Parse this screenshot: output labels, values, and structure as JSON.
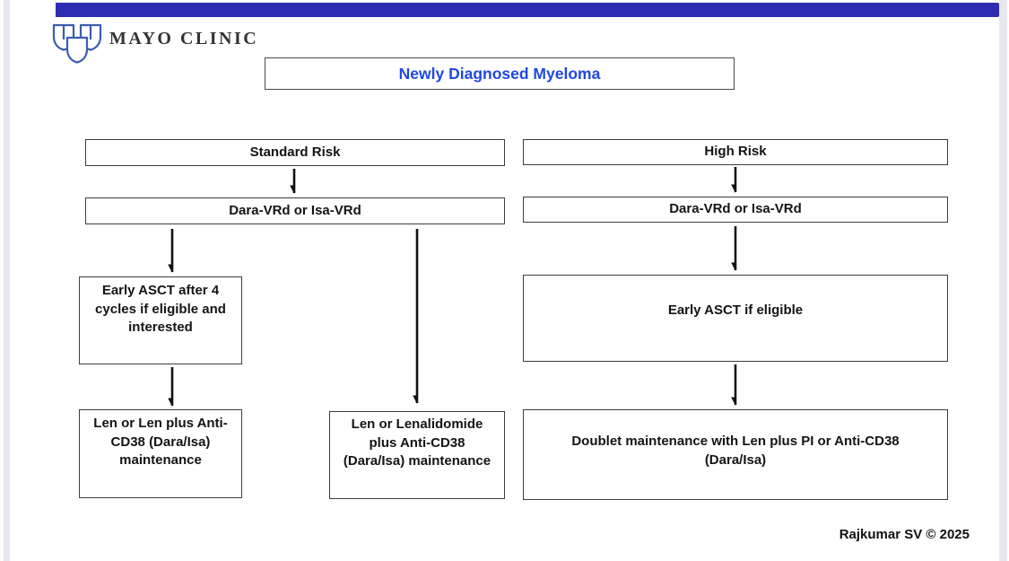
{
  "header": {
    "logo_text": "MAYO CLINIC",
    "logo_icon": "mayo-clinic-three-shields-icon"
  },
  "title": {
    "text": "Newly Diagnosed Myeloma"
  },
  "flowchart": {
    "standard_risk": {
      "header": "Standard Risk",
      "induction": "Dara-VRd or Isa-VRd",
      "asct": "Early ASCT after 4 cycles if eligible and interested",
      "maintenance_after_asct": "Len or Len plus Anti-CD38 (Dara/Isa) maintenance",
      "maintenance_without_asct": "Len or Lenalidomide plus Anti-CD38 (Dara/Isa) maintenance"
    },
    "high_risk": {
      "header": "High Risk",
      "induction": "Dara-VRd or Isa-VRd",
      "asct": "Early ASCT if eligible",
      "maintenance": "Doublet maintenance with Len plus PI or Anti-CD38 (Dara/Isa)"
    }
  },
  "footer": {
    "credit": "Rajkumar SV © 2025"
  },
  "colors": {
    "top_bar": "#2d2db2",
    "title_text": "#1f49df",
    "logo_blue": "#3a5dae",
    "box_border": "#3d3d3d",
    "body_text": "#141414",
    "page_edge": "#e7e7ee"
  }
}
